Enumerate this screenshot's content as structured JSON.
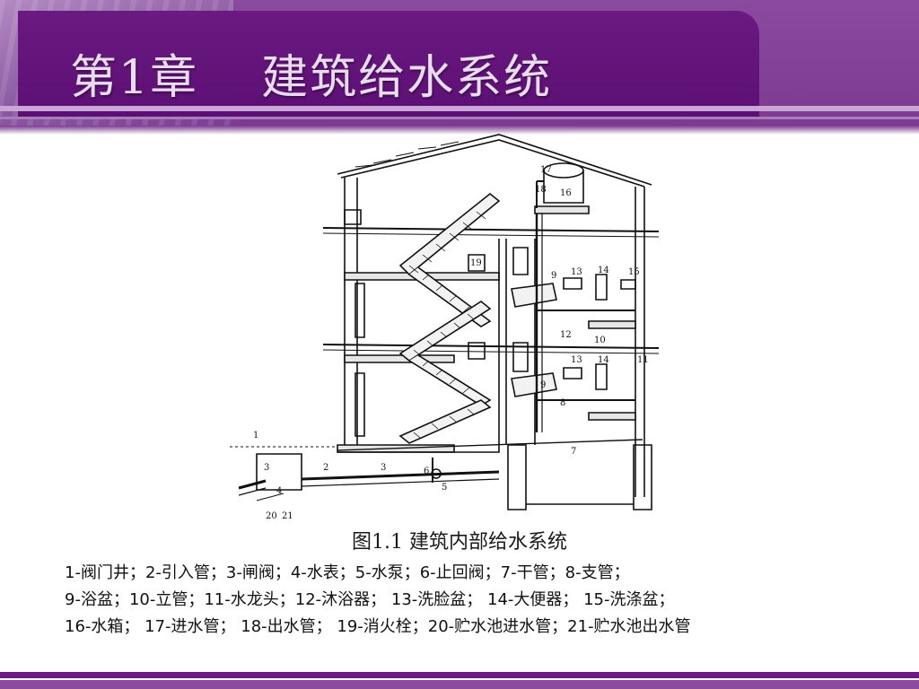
{
  "slide": {
    "title_chapter": "第1章",
    "title_topic": "建筑给水系统"
  },
  "figure": {
    "caption": "图1.1 建筑内部给水系统",
    "labels": [
      "1",
      "2",
      "3",
      "3",
      "4",
      "5",
      "6",
      "7",
      "8",
      "9",
      "9",
      "10",
      "11",
      "12",
      "13",
      "13",
      "14",
      "14",
      "15",
      "16",
      "17",
      "18",
      "19",
      "20",
      "21"
    ]
  },
  "legend": {
    "line1": "1-阀门井；2-引入管；3-闸阀；4-水表；5-水泵；6-止回阀；7-干管；8-支管；",
    "line2": "9-浴盆；10-立管；11-水龙头；12-沐浴器；  13-洗脸盆；  14-大便器；  15-洗涤盆；",
    "line3": "16-水箱；  17-进水管；  18-出水管；  19-消火栓；20-贮水池进水管；21-贮水池出水管"
  },
  "colors": {
    "header": "#7b3a90",
    "title_tab": "#5c0f74",
    "title_text": "#e9dcef"
  }
}
